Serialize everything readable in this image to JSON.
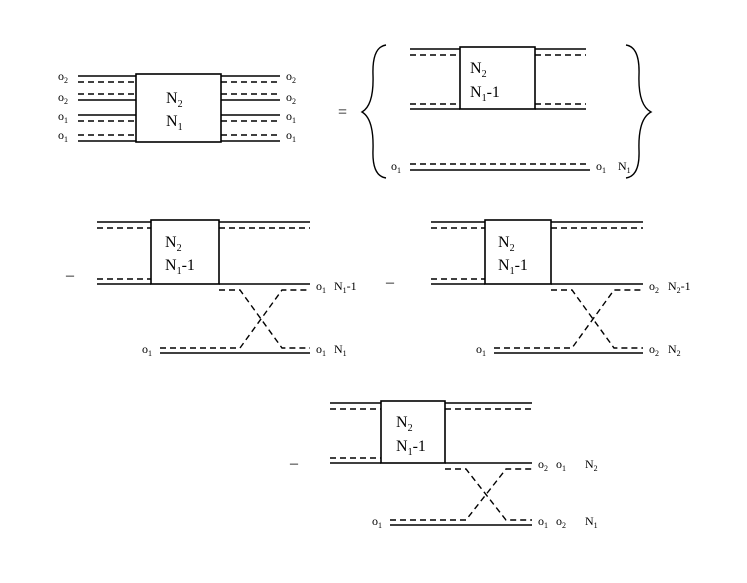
{
  "symbols": {
    "equals": "=",
    "minus": "–"
  },
  "box_labels": {
    "lhs": {
      "top": {
        "base": "N",
        "sub": "2",
        "rest": ""
      },
      "bottom": {
        "base": "N",
        "sub": "1",
        "rest": ""
      }
    },
    "reduced": {
      "top": {
        "base": "N",
        "sub": "2",
        "rest": ""
      },
      "bottom": {
        "base": "N",
        "sub": "1",
        "rest": "-1"
      }
    }
  },
  "port_labels": {
    "o1": {
      "base": "o",
      "sub": "1"
    },
    "o2": {
      "base": "o",
      "sub": "2"
    }
  },
  "side_labels": {
    "N1": {
      "base": "N",
      "sub": "1",
      "rest": ""
    },
    "N2": {
      "base": "N",
      "sub": "2",
      "rest": ""
    },
    "N1m1": {
      "base": "N",
      "sub": "1",
      "rest": "-1"
    },
    "N2m1": {
      "base": "N",
      "sub": "2",
      "rest": "-1"
    }
  }
}
